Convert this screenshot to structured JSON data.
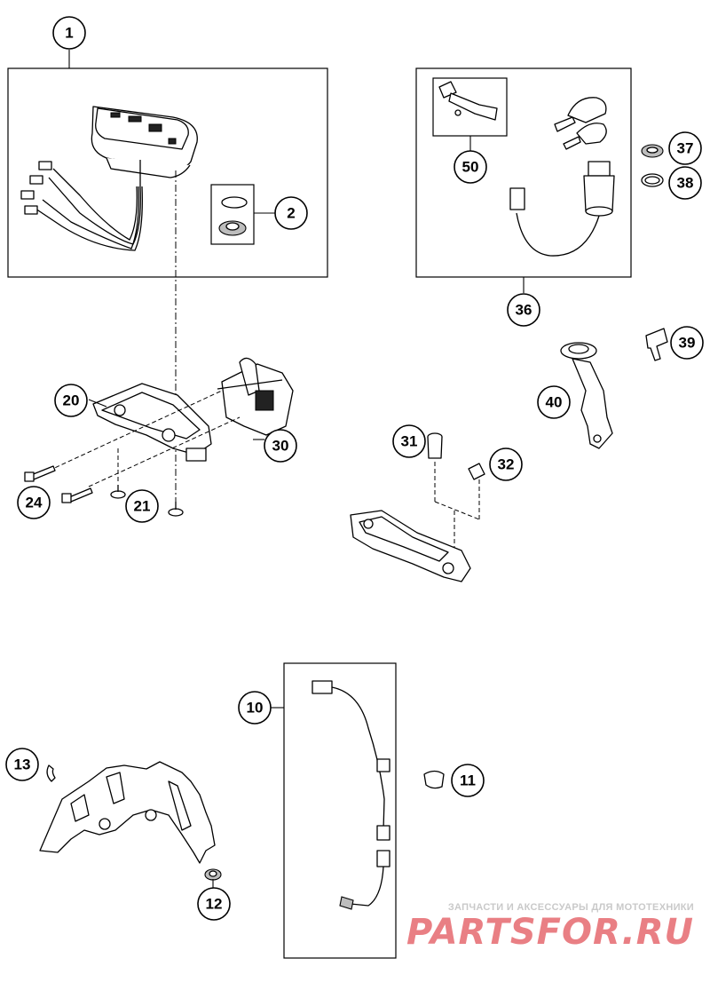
{
  "callouts": {
    "p1": "1",
    "p2": "2",
    "p10": "10",
    "p11": "11",
    "p12": "12",
    "p13": "13",
    "p20": "20",
    "p21": "21",
    "p24": "24",
    "p30": "30",
    "p31": "31",
    "p32": "32",
    "p36": "36",
    "p37": "37",
    "p38": "38",
    "p39": "39",
    "p40": "40",
    "p50": "50"
  },
  "watermark": {
    "tagline": "ЗАПЧАСТИ И АКСЕССУАРЫ ДЛЯ МОТОТЕХНИКИ",
    "brand": "PARTSFOR.RU"
  }
}
